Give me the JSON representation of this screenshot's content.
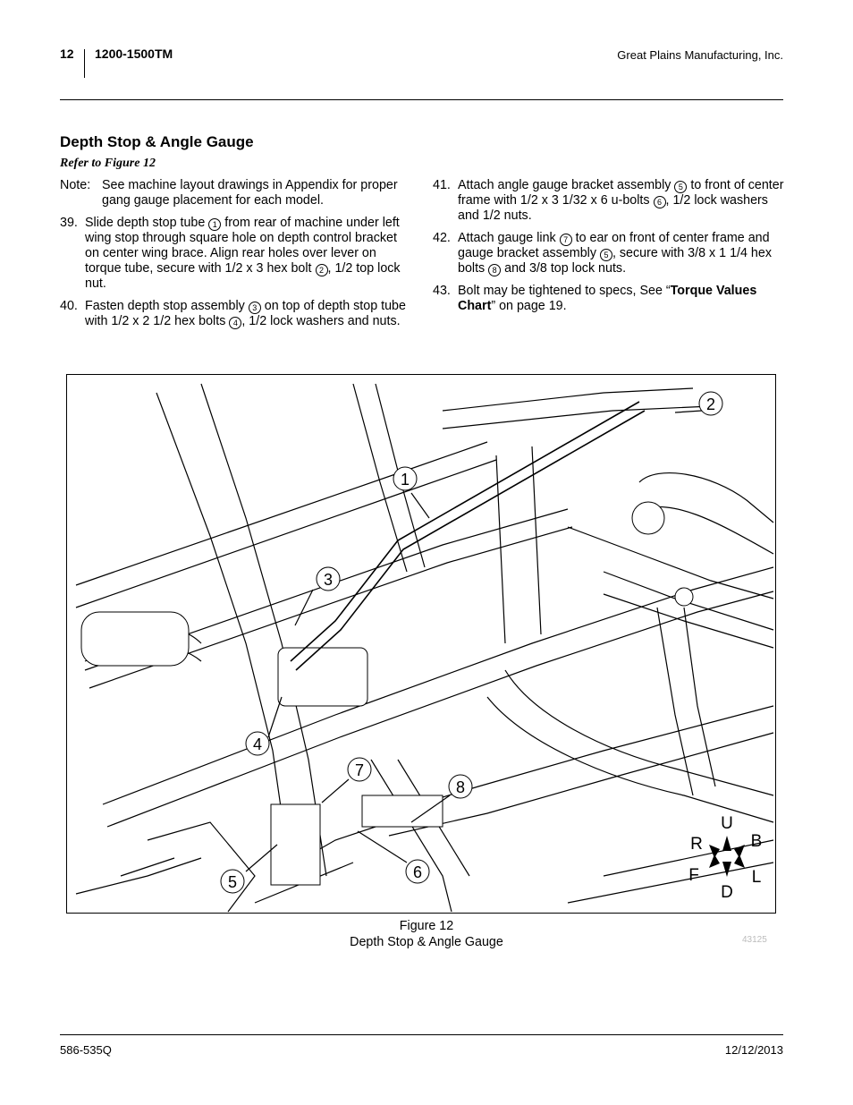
{
  "header": {
    "page_number": "12",
    "doc_id": "1200-1500TM",
    "company": "Great Plains Manufacturing, Inc."
  },
  "section": {
    "title": "Depth Stop & Angle Gauge",
    "refer": "Refer to Figure 12"
  },
  "note": {
    "label": "Note:",
    "text": "See machine layout drawings in Appendix for proper gang gauge placement for each model."
  },
  "steps": [
    {
      "num": "39.",
      "parts": [
        "Slide depth stop tube ",
        "①",
        " from rear of machine under left wing stop through square hole on depth control bracket on center wing brace. Align rear holes over lever on torque tube, secure with 1/2 x 3 hex bolt ",
        "②",
        ", 1/2 top lock nut."
      ]
    },
    {
      "num": "40.",
      "parts": [
        "Fasten depth stop assembly ",
        "③",
        " on top of depth stop tube with 1/2 x 2 1/2 hex bolts ",
        "④",
        ", 1/2 lock washers and nuts."
      ]
    },
    {
      "num": "41.",
      "parts": [
        "Attach angle gauge bracket assembly ",
        "⑤",
        " to front of center frame with 1/2 x 3 1/32 x 6 u-bolts ",
        "⑥",
        ", 1/2 lock washers and 1/2 nuts."
      ]
    },
    {
      "num": "42.",
      "parts": [
        "Attach gauge link ",
        "⑦",
        " to ear on front of center frame and gauge bracket assembly ",
        "⑤",
        ", secure with 3/8 x 1 1/4 hex bolts ",
        "⑧",
        " and 3/8 top lock nuts."
      ]
    },
    {
      "num": "43.",
      "parts": [
        "Bolt may be tightened to specs, See “",
        "Torque Values Chart",
        "” on page 19."
      ]
    }
  ],
  "figure": {
    "callouts": [
      "1",
      "2",
      "3",
      "4",
      "5",
      "6",
      "7",
      "8"
    ],
    "compass": {
      "up": "U",
      "down": "D",
      "right_top": "B",
      "left_top": "R",
      "left_bottom": "F",
      "right_bottom": "L"
    },
    "caption_number": "Figure 12",
    "caption_title": "Depth Stop & Angle Gauge",
    "part_number": "43125"
  },
  "footer": {
    "left": "586-535Q",
    "right": "12/12/2013"
  }
}
